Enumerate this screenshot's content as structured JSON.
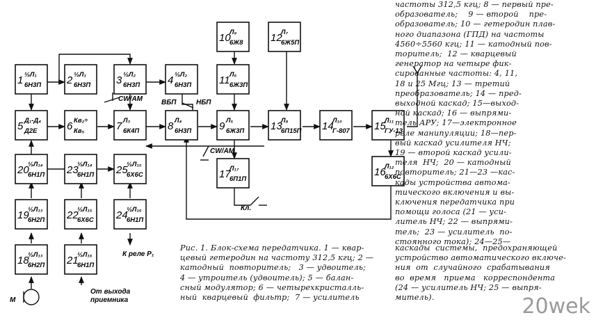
{
  "blocks": [
    {
      "num": "1",
      "l1": "½Л₁",
      "l2": "6Н3П"
    },
    {
      "num": "2",
      "l1": "½Л₁",
      "l2": "6Н3П"
    },
    {
      "num": "3",
      "l1": "½Л₂",
      "l2": "6Н3П"
    },
    {
      "num": "4",
      "l1": "½Л₂",
      "l2": "6Н3П"
    },
    {
      "num": "5",
      "l1": "Д₁-Д₄",
      "l2": "Д2Е"
    },
    {
      "num": "6",
      "l1": "Кв₂÷",
      "l2": "Кв₅"
    },
    {
      "num": "7",
      "l1": "Л₃",
      "l2": "6К4П"
    },
    {
      "num": "8",
      "l1": "Л₄",
      "l2": "6Н3П"
    },
    {
      "num": "9",
      "l1": "Л₅",
      "l2": "6Ж3П"
    },
    {
      "num": "10",
      "l1": "Л₉",
      "l2": "6Ж8"
    },
    {
      "num": "11",
      "l1": "Л₆",
      "l2": "6Ж3П"
    },
    {
      "num": "12",
      "l1": "Л₇",
      "l2": "6Ж5П"
    },
    {
      "num": "13",
      "l1": "Л₈",
      "l2": "6П15П"
    },
    {
      "num": "14",
      "l1": "Л₁₀",
      "l2": "Г-807"
    },
    {
      "num": "15",
      "l1": "Л₁₁",
      "l2": "ГУ-13"
    },
    {
      "num": "16",
      "l1": "Л₁₂",
      "l2": "6Х6С"
    },
    {
      "num": "17",
      "l1": "Л₁₇",
      "l2": "6П1П"
    },
    {
      "num": "18",
      "l1": "½Л₁₃",
      "l2": "6Н2П"
    },
    {
      "num": "19",
      "l1": "½Л₁₃",
      "l2": "6Н2П"
    },
    {
      "num": "20",
      "l1": "½Л₁₄",
      "l2": "6Н1П"
    },
    {
      "num": "21",
      "l1": "½Л₁₆",
      "l2": "6Н1П"
    },
    {
      "num": "22",
      "l1": "½Л₁₅",
      "l2": "6Х6С"
    },
    {
      "num": "23",
      "l1": "½Л₁₄",
      "l2": "6Н1П"
    },
    {
      "num": "24",
      "l1": "½Л₁₆",
      "l2": "6Н1П"
    },
    {
      "num": "25",
      "l1": "½Л₁₅",
      "l2": "6Х6С"
    }
  ],
  "labels": {
    "cw_am_top": "CW/AM",
    "cw_am_mid": "CW/AM",
    "vbp": "ВБП",
    "nbp": "НБП",
    "key": "Кл.",
    "relay": "К реле Р₁",
    "mic": "М",
    "receiver_line1": "От выхода",
    "receiver_line2": "приемника"
  },
  "caption_lines": [
    "Рис. 1. Блок-схема передатчика. 1 — квар-",
    "цевый гетеродин на частоту 312,5 кгц; 2 —",
    "катодный  повторитель;   3 — удвоитель;",
    "4 — утроитель (удвоитель); 5 — балан-",
    "сный модулятор; 6 — четырехкристалль-",
    "ный  кварцевый  фильтр;  7 — усилитель"
  ],
  "legend_right_lines": [
    "частоты 312,5 кгц; 8 — первый пре-",
    "образователь;    9 — второй    пре-",
    "образователь; 10 — гетеродин плав-",
    "ного диапазона (ГПД) на частоты",
    "4560÷5560 кгц; 11 — катодный пов-",
    "торитель;  12 — кварцевый",
    "генератор на четыре фик-",
    "сированные частоты: 4, 11,",
    "18 и 25 Мгц; 13 — третий",
    "преобразователь; 14 — пред-",
    "выходной каскад; 15—выход-",
    "ной каскад; 16 — выпрями-",
    "тель АРУ; 17—электронное",
    "реле манипуляции; 18—пер-",
    "вый каскад усилителя НЧ;",
    "19 — второй каскад усили-",
    "теля  НЧ;  20 — катодный",
    "повторитель; 21—23 —кас-",
    "кады устройства автома-",
    "тического включения и вы-",
    "ключения передатчика при",
    "помощи голоса (21 — уси-",
    "литель НЧ; 22 — выпрями-",
    "тель;  23 — усилитель  по-",
    "стоянного тока); 24—25—"
  ],
  "legend_bottom_lines": [
    "каскады  системы,  предохраняющей",
    "устройство автоматического включе-",
    "ния  от  случайного  срабатывания",
    "во  время   приема   корреспондента",
    "(24 — усилитель НЧ; 25 — выпря-",
    "митель)."
  ],
  "watermark": "20wek"
}
